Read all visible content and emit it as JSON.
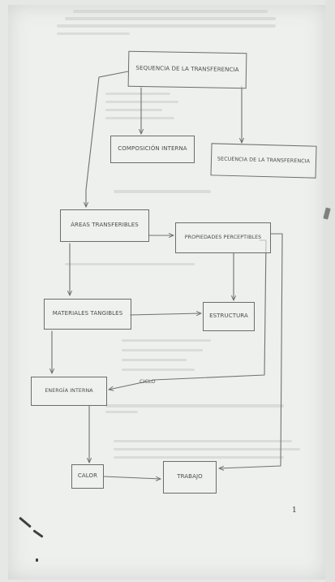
{
  "nodes": {
    "n1": "Sequencia de la transferencia",
    "n2": "Composición interna",
    "n3": "Secuencia de la transferencia",
    "n4": "Áreas transferibles",
    "n5": "Propiedades perceptibles",
    "n6": "Materiales tangibles",
    "n7": "Estructura",
    "n8": "Energía interna",
    "n9": "Calor",
    "n10": "Trabajo"
  },
  "edge_labels": {
    "feedback": "Ciclo"
  },
  "page_number": "1",
  "colors": {
    "paper": "#eef0ee",
    "ink": "#6a6d6a"
  }
}
